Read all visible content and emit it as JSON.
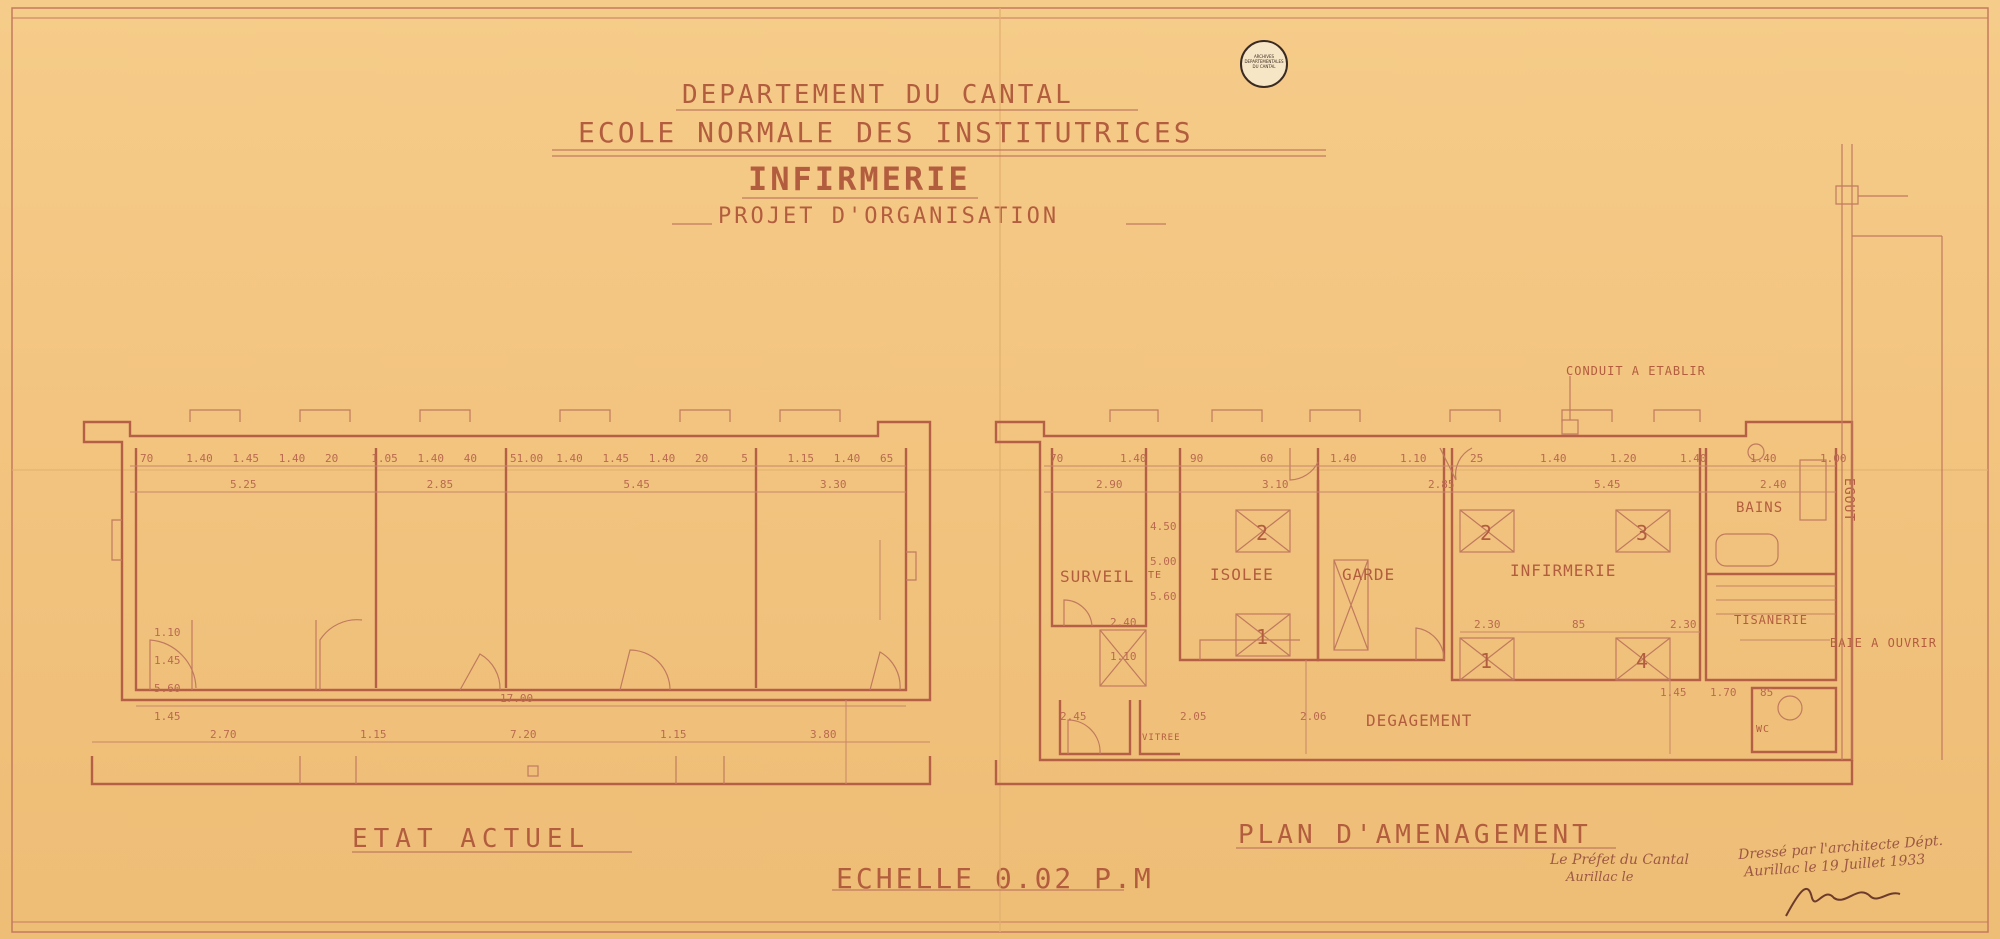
{
  "header": {
    "line1": "DEPARTEMENT DU CANTAL",
    "line2": "ECOLE NORMALE DES INSTITUTRICES",
    "line3": "INFIRMERIE",
    "line4": "PROJET D'ORGANISATION"
  },
  "stamp": {
    "text": "ARCHIVES DEPARTEMENTALES DU CANTAL"
  },
  "plan_left": {
    "title": "ETAT ACTUEL",
    "top_dims": [
      "70",
      "1.40",
      "1.45",
      "1.40",
      "20",
      "1.05",
      "1.40",
      "40",
      "51.00",
      "1.40",
      "1.45",
      "1.40",
      "20",
      "5",
      "1.15",
      "1.40",
      "65"
    ],
    "room_dims": [
      "5.25",
      "2.85",
      "5.45",
      "3.30"
    ],
    "side_dims": [
      "1.10",
      "1.45",
      "5.60",
      "1.45"
    ],
    "bottom_total": "17.00",
    "bottom_dims": [
      "2.70",
      "1.15",
      "7.20",
      "1.15",
      "3.80"
    ]
  },
  "plan_right": {
    "title": "PLAN D'AMENAGEMENT",
    "conduit_label": "CONDUIT A ETABLIR",
    "egout_label": "EGOUT",
    "baie_label": "BAIE A OUVRIR",
    "top_dims": [
      "70",
      "1.40",
      "90",
      "60",
      "1.40",
      "1.10",
      "25",
      "1.40",
      "1.20",
      "1.40",
      "1.40",
      "1.00"
    ],
    "room_dims": [
      "2.90",
      "3.10",
      "2.85",
      "5.45",
      "2.40"
    ],
    "inner_dims": [
      "4.50",
      "5.00",
      "5.60",
      "2.30",
      "85",
      "2.30",
      "2.40",
      "1.10",
      "2.45",
      "2.05",
      "2.06",
      "1.45",
      "1.70",
      "85"
    ],
    "rooms": {
      "surveil": "SURVEIL",
      "surveil_sup": "TE",
      "isolee": "ISOLEE",
      "garde": "GARDE",
      "infirmerie": "INFIRMERIE",
      "bains": "BAINS",
      "tisanerie": "TISANERIE",
      "degagement": "DEGAGEMENT",
      "vitree": "VITREE",
      "wc": "WC"
    },
    "beds": [
      "2",
      "1",
      "2",
      "3",
      "1",
      "4"
    ]
  },
  "scale": "ECHELLE 0.02 P.M",
  "signatures": {
    "prefet_line1": "Le Préfet du Cantal",
    "prefet_line2": "Aurillac le",
    "architect_line1": "Dressé par l'architecte Dépt.",
    "architect_line2": "Aurillac le 19 Juillet 1933"
  },
  "colors": {
    "paper": "#f2c47f",
    "ink": "#b35d3f"
  }
}
